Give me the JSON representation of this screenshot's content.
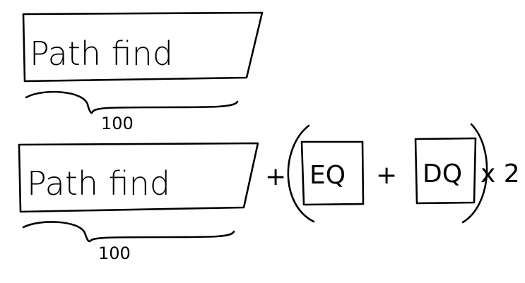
{
  "row1": {
    "block_label": "Path find",
    "brace_label": "100"
  },
  "row2": {
    "block_label": "Path find",
    "brace_label": "100",
    "plus_1": "+",
    "eq_label": "EQ",
    "plus_2": "+",
    "dq_label": "DQ",
    "multiplier": "x 2"
  }
}
